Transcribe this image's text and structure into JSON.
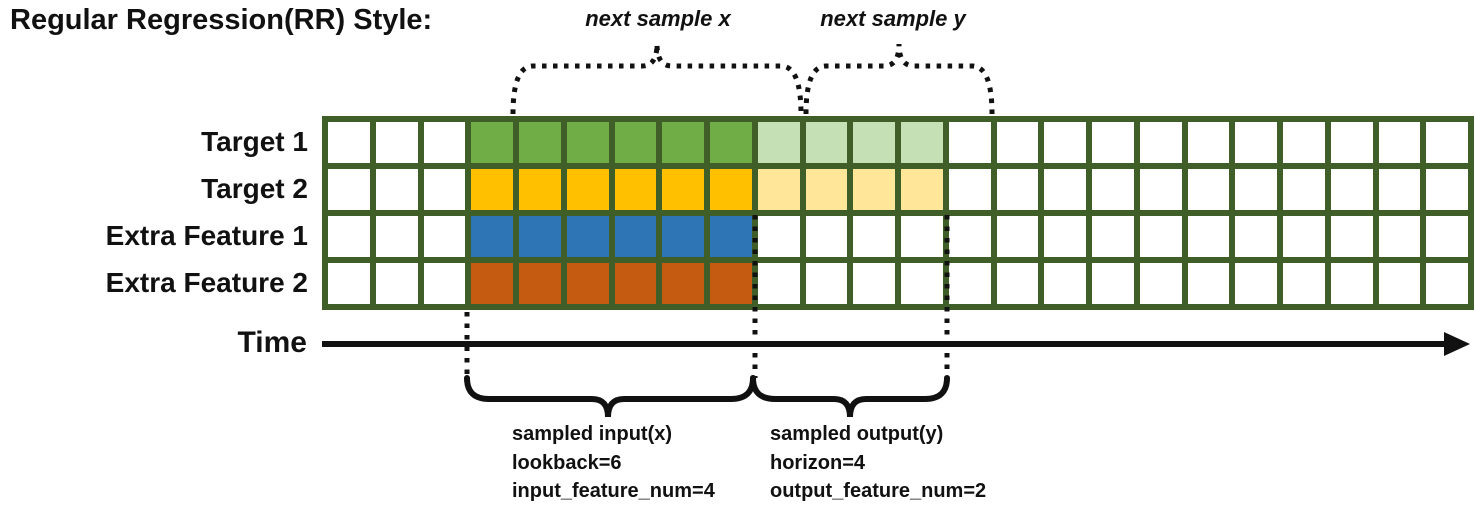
{
  "title": "Regular Regression(RR) Style:",
  "annotations": {
    "next_sample_x": "next sample x",
    "next_sample_y": "next sample y"
  },
  "grid": {
    "total_steps": 24,
    "lead_empty_steps": 3,
    "lookback": 6,
    "horizon": 4,
    "border_color": "#405e27",
    "empty_cell_color": "#ffffff",
    "rows": [
      {
        "label": "Target 1",
        "input_color": "#70ad47",
        "output_color": "#c5e0b4"
      },
      {
        "label": "Target 2",
        "input_color": "#ffc000",
        "output_color": "#ffe699"
      },
      {
        "label": "Extra Feature 1",
        "input_color": "#2e75b6",
        "output_color": null
      },
      {
        "label": "Extra Feature 2",
        "input_color": "#c55a11",
        "output_color": null
      }
    ]
  },
  "time_axis": {
    "label": "Time"
  },
  "samples": {
    "input": {
      "lines": [
        "sampled input(x)",
        "lookback=6",
        "input_feature_num=4"
      ]
    },
    "output": {
      "lines": [
        "sampled output(y)",
        "horizon=4",
        "output_feature_num=2"
      ]
    }
  }
}
